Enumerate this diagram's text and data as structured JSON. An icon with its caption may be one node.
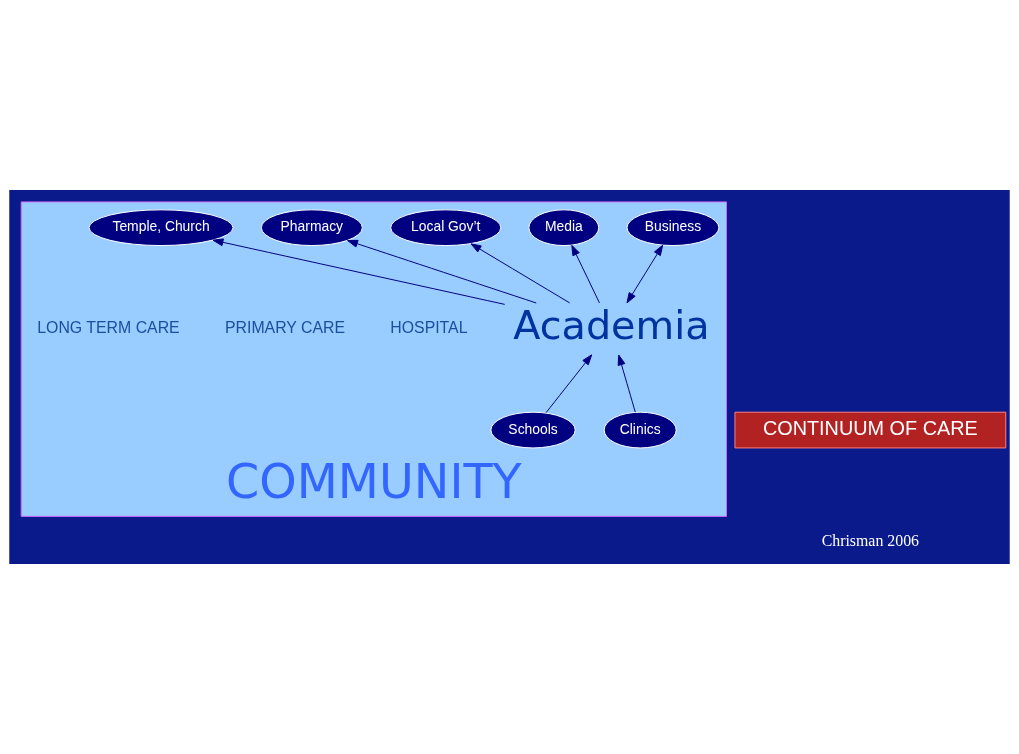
{
  "diagram": {
    "nodes": [
      {
        "text": [
          "COMMUNITY"
        ]
      },
      {
        "text": [
          "Temple, Church"
        ],
        "in": 0
      },
      {
        "text": [
          "Pharmacy"
        ],
        "in": 0
      },
      {
        "text": [
          "Clinics"
        ],
        "in": 0
      },
      {
        "text": [
          "Local Gov’t"
        ],
        "in": 0
      },
      {
        "text": [
          "Media"
        ],
        "in": 0
      },
      {
        "text": [
          "Business"
        ],
        "in": 0
      },
      {
        "text": [
          "Schools"
        ],
        "in": 0
      },
      {
        "text": [
          "CONTINUUM OF CARE"
        ]
      },
      {
        "text": [
          "Academia"
        ],
        "in": 0
      }
    ],
    "edges": [
      {
        "from": 9,
        "to": 2,
        "arrow": "to"
      },
      {
        "from": 9,
        "to": 1,
        "arrow": "to"
      },
      {
        "from": 3,
        "to": 9,
        "arrow": "to"
      },
      {
        "from": 9,
        "to": 4,
        "arrow": "to"
      },
      {
        "from": 9,
        "to": 5,
        "arrow": "to"
      },
      {
        "from": 9,
        "to": 6,
        "arrow": "both"
      },
      {
        "from": 7,
        "to": 9,
        "arrow": "to"
      }
    ],
    "labels": [
      "HOSPITAL",
      "PRIMARY CARE",
      "LONG TERM CARE",
      "Chrisman 2006"
    ]
  }
}
